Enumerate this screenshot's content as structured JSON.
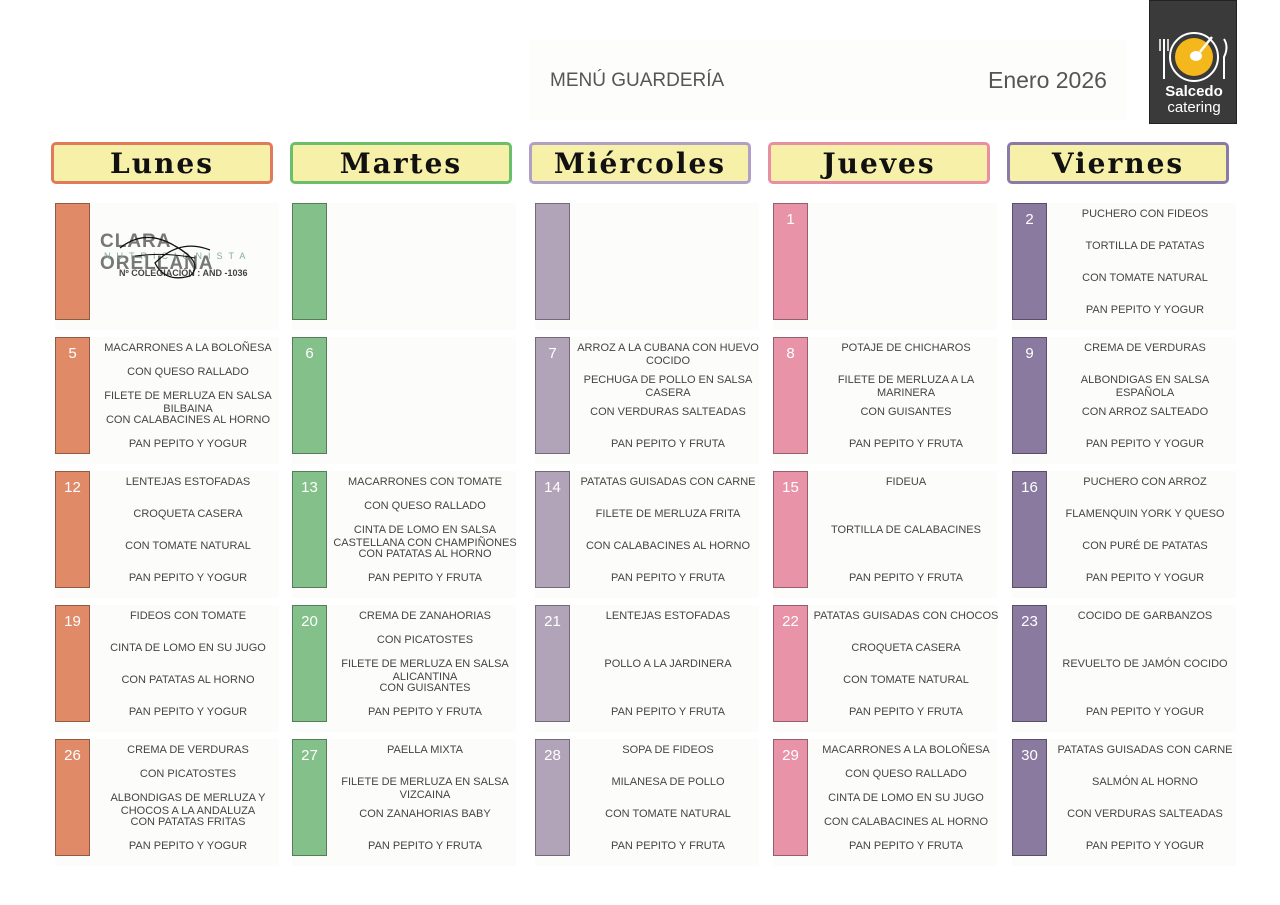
{
  "header": {
    "title": "MENÚ GUARDERÍA",
    "date": "Enero  2026"
  },
  "logo": {
    "name": "Salcedo",
    "sub": "catering",
    "icon": "plate-fork-spoon-icon",
    "accent": "#f5b81c"
  },
  "signature": {
    "name": "CLARA ORELLANA",
    "subtitle": "NUTRICIONISTA",
    "registration": "Nº COLEGIACIÓN : AND -1036"
  },
  "days": [
    {
      "label": "Lunes",
      "border": "#e07a5a",
      "strip": "#e08a68"
    },
    {
      "label": "Martes",
      "border": "#6cbf6a",
      "strip": "#84c08a"
    },
    {
      "label": "Miércoles",
      "border": "#b0a0c8",
      "strip": "#b1a3b8"
    },
    {
      "label": "Jueves",
      "border": "#e88fa6",
      "strip": "#e893a8"
    },
    {
      "label": "Viernes",
      "border": "#8a7aa8",
      "strip": "#8a7aa0"
    }
  ],
  "weeks": [
    [
      {
        "num": "",
        "items": [],
        "signature": true
      },
      {
        "num": "",
        "items": []
      },
      {
        "num": "",
        "items": []
      },
      {
        "num": "1",
        "items": []
      },
      {
        "num": "2",
        "items": [
          "PUCHERO CON FIDEOS",
          "TORTILLA DE PATATAS",
          "CON TOMATE NATURAL",
          "PAN PEPITO Y YOGUR"
        ]
      }
    ],
    [
      {
        "num": "5",
        "items": [
          "MACARRONES A LA BOLOÑESA",
          "CON QUESO RALLADO",
          "FILETE DE MERLUZA EN SALSA BILBAINA",
          "CON CALABACINES AL HORNO",
          "PAN PEPITO Y YOGUR"
        ]
      },
      {
        "num": "6",
        "items": []
      },
      {
        "num": "7",
        "items": [
          "ARROZ A LA CUBANA CON HUEVO COCIDO",
          "PECHUGA DE POLLO EN SALSA CASERA",
          "CON VERDURAS SALTEADAS",
          "PAN PEPITO Y FRUTA"
        ]
      },
      {
        "num": "8",
        "items": [
          "POTAJE DE CHICHAROS",
          "FILETE DE MERLUZA A LA MARINERA",
          "CON GUISANTES",
          "PAN PEPITO Y FRUTA"
        ]
      },
      {
        "num": "9",
        "items": [
          "CREMA DE VERDURAS",
          "ALBONDIGAS EN SALSA ESPAÑOLA",
          "CON ARROZ SALTEADO",
          "PAN PEPITO Y YOGUR"
        ]
      }
    ],
    [
      {
        "num": "12",
        "items": [
          "LENTEJAS ESTOFADAS",
          "CROQUETA CASERA",
          "CON TOMATE NATURAL",
          "PAN PEPITO Y YOGUR"
        ]
      },
      {
        "num": "13",
        "items": [
          "MACARRONES CON TOMATE",
          "CON QUESO RALLADO",
          "CINTA DE LOMO EN SALSA CASTELLANA CON CHAMPIÑONES",
          "CON PATATAS AL HORNO",
          "PAN PEPITO Y FRUTA"
        ]
      },
      {
        "num": "14",
        "items": [
          "PATATAS GUISADAS CON CARNE",
          "FILETE DE MERLUZA FRITA",
          "CON CALABACINES AL HORNO",
          "PAN PEPITO Y FRUTA"
        ]
      },
      {
        "num": "15",
        "items": [
          "FIDEUA",
          "TORTILLA DE CALABACINES",
          "PAN PEPITO Y FRUTA"
        ]
      },
      {
        "num": "16",
        "items": [
          "PUCHERO CON ARROZ",
          "FLAMENQUIN YORK Y QUESO",
          "CON PURÉ DE PATATAS",
          "PAN PEPITO Y YOGUR"
        ]
      }
    ],
    [
      {
        "num": "19",
        "items": [
          "FIDEOS CON TOMATE",
          "CINTA DE LOMO EN SU JUGO",
          "CON PATATAS AL HORNO",
          "PAN PEPITO Y YOGUR"
        ]
      },
      {
        "num": "20",
        "items": [
          "CREMA DE ZANAHORIAS",
          "CON PICATOSTES",
          "FILETE DE MERLUZA EN SALSA ALICANTINA",
          "CON GUISANTES",
          "PAN PEPITO Y FRUTA"
        ]
      },
      {
        "num": "21",
        "items": [
          "LENTEJAS ESTOFADAS",
          "POLLO A LA JARDINERA",
          "PAN PEPITO Y FRUTA"
        ]
      },
      {
        "num": "22",
        "items": [
          "PATATAS GUISADAS CON CHOCOS",
          "CROQUETA CASERA",
          "CON TOMATE NATURAL",
          "PAN PEPITO Y FRUTA"
        ]
      },
      {
        "num": "23",
        "items": [
          "COCIDO DE GARBANZOS",
          "REVUELTO DE JAMÓN COCIDO",
          "PAN PEPITO Y YOGUR"
        ]
      }
    ],
    [
      {
        "num": "26",
        "items": [
          "CREMA DE VERDURAS",
          "CON PICATOSTES",
          "ALBONDIGAS DE MERLUZA Y CHOCOS A LA ANDALUZA",
          "CON PATATAS FRITAS",
          "PAN PEPITO Y YOGUR"
        ]
      },
      {
        "num": "27",
        "items": [
          "PAELLA MIXTA",
          "FILETE DE MERLUZA EN SALSA VIZCAINA",
          "CON ZANAHORIAS BABY",
          "PAN PEPITO Y FRUTA"
        ]
      },
      {
        "num": "28",
        "items": [
          "SOPA DE FIDEOS",
          "MILANESA DE POLLO",
          "CON TOMATE NATURAL",
          "PAN PEPITO Y FRUTA"
        ]
      },
      {
        "num": "29",
        "items": [
          "MACARRONES A LA BOLOÑESA",
          "CON QUESO RALLADO",
          "CINTA DE LOMO EN SU JUGO",
          "CON CALABACINES AL HORNO",
          "PAN PEPITO Y FRUTA"
        ]
      },
      {
        "num": "30",
        "items": [
          "PATATAS GUISADAS CON CARNE",
          "SALMÓN AL HORNO",
          "CON VERDURAS SALTEADAS",
          "PAN PEPITO Y YOGUR"
        ]
      }
    ]
  ]
}
